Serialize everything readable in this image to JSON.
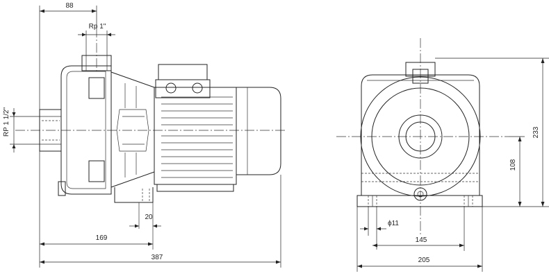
{
  "dimensions": {
    "top_flange_offset": "88",
    "outlet_thread": "Rp 1\"",
    "inlet_thread": "RP 1 1/2\"",
    "foot_width": "20",
    "inlet_to_foot": "169",
    "total_length": "387",
    "total_height": "233",
    "shaft_height": "108",
    "bolt_hole": "ϕ11",
    "hole_spacing": "145",
    "base_width": "205"
  }
}
